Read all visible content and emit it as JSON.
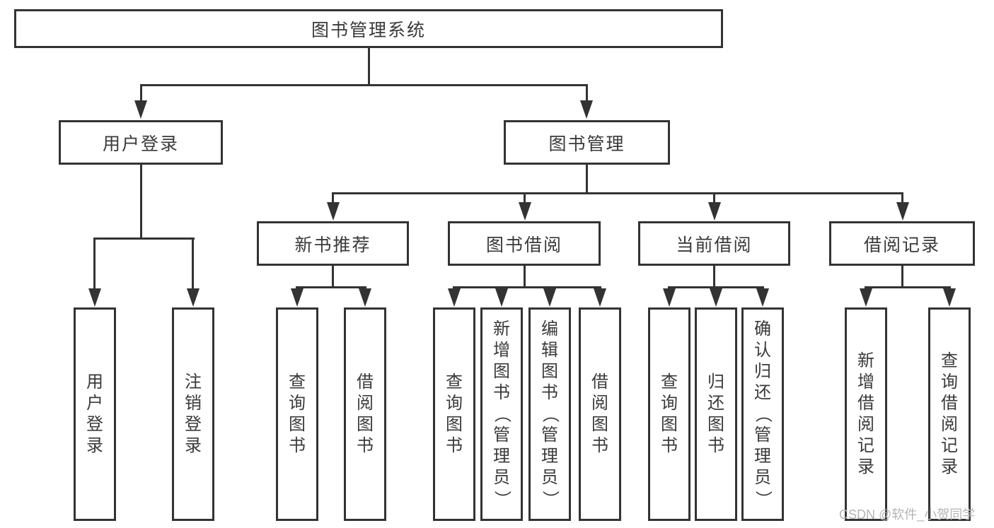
{
  "diagram": {
    "title": "图书管理系统",
    "level2": [
      {
        "label": "用户登录"
      },
      {
        "label": "图书管理"
      }
    ],
    "level3": [
      {
        "label": "新书推荐"
      },
      {
        "label": "图书借阅"
      },
      {
        "label": "当前借阅"
      },
      {
        "label": "借阅记录"
      }
    ],
    "leaves": {
      "user_login": [
        {
          "label": "用户登录"
        },
        {
          "label": "注销登录"
        }
      ],
      "new_book": [
        {
          "label": "查询图书"
        },
        {
          "label": "借阅图书"
        }
      ],
      "book_borrow": [
        {
          "label": "查询图书"
        },
        {
          "label": "新增图书（管理员）"
        },
        {
          "label": "编辑图书（管理员）"
        },
        {
          "label": "借阅图书"
        }
      ],
      "current_borrow": [
        {
          "label": "查询图书"
        },
        {
          "label": "归还图书"
        },
        {
          "label": "确认归还（管理员）"
        }
      ],
      "borrow_records": [
        {
          "label": "新增借阅记录"
        },
        {
          "label": "查询借阅记录"
        }
      ]
    }
  },
  "watermark": {
    "text": "CSDN @软件_小贺同学"
  },
  "colors": {
    "line": "#333333",
    "text": "#3a3a3a",
    "background": "#ffffff",
    "watermark": "#b5b5b5"
  }
}
